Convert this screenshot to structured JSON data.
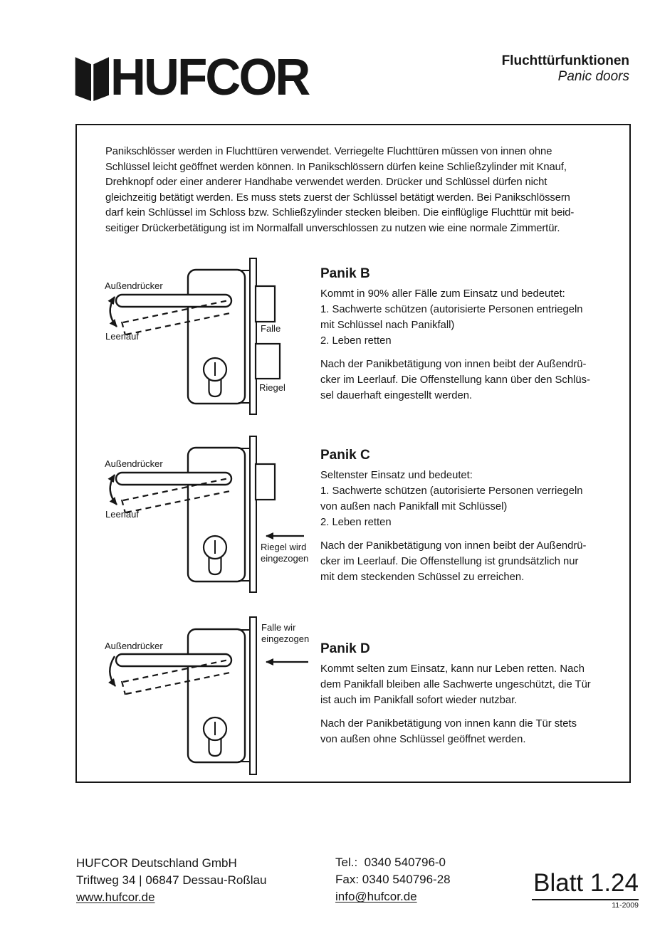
{
  "colors": {
    "ink": "#161616",
    "paper": "#ffffff"
  },
  "header": {
    "logo_text": "HUFCOR",
    "title_line1": "Fluchttürfunktionen",
    "title_line2": "Panic doors"
  },
  "intro_lines": [
    "Panikschlösser werden in Fluchttüren verwendet. Verriegelte Fluchttüren müssen von innen ohne",
    "Schlüssel leicht geöffnet werden können. In Panikschlössern dürfen keine Schließzylinder mit Knauf,",
    "Drehknopf oder einer anderer Handhabe verwendet werden. Drücker und Schlüssel dürfen nicht",
    "gleichzeitig betätigt werden. Es muss stets zuerst der Schlüssel betätigt werden. Bei Panikschlössern",
    "darf kein Schlüssel im Schloss bzw. Schließzylinder stecken bleiben. Die einflüglige Fluchttür mit beid-",
    "seitiger Drückerbetätigung ist im Normalfall unverschlossen zu nutzen wie eine normale Zimmertür."
  ],
  "sections": [
    {
      "title": "Panik B",
      "body_lines": [
        "Kommt in 90% aller Fälle zum Einsatz und bedeutet:",
        "1. Sachwerte schützen (autorisierte Personen entriegeln",
        "mit Schlüssel nach Panikfall)",
        "2. Leben retten"
      ],
      "note_lines": [
        "Nach der Panikbetätigung von innen beibt der Außendrü-",
        "cker im Leerlauf. Die Offenstellung kann über den Schlüs-",
        "sel dauerhaft eingestellt werden."
      ],
      "diagram": {
        "handle_label": "Außendrücker",
        "idle_label": "Leerlauf",
        "latch_label": "Falle",
        "bolt_label": "Riegel"
      }
    },
    {
      "title": "Panik C",
      "body_lines": [
        "Seltenster Einsatz und bedeutet:",
        "1. Sachwerte schützen (autorisierte Personen verriegeln",
        "von außen nach Panikfall mit Schlüssel)",
        "2. Leben retten"
      ],
      "note_lines": [
        "Nach der Panikbetätigung von innen beibt der Außendrü-",
        "cker im Leerlauf. Die Offenstellung ist grundsätzlich nur",
        "mit dem steckenden Schüssel zu erreichen."
      ],
      "diagram": {
        "handle_label": "Außendrücker",
        "idle_label": "Leerlauf",
        "arrow_label_lines": [
          "Riegel wird",
          "eingezogen"
        ]
      }
    },
    {
      "title": "Panik D",
      "body_lines": [
        "Kommt selten zum Einsatz, kann nur Leben retten. Nach",
        "dem Panikfall bleiben alle Sachwerte ungeschützt, die Tür",
        "ist auch im Panikfall sofort wieder nutzbar."
      ],
      "note_lines": [
        "Nach der Panikbetätigung von innen kann die Tür stets",
        "von außen ohne Schlüssel geöffnet werden."
      ],
      "diagram": {
        "handle_label": "Außendrücker",
        "arrow_label_lines": [
          "Falle wir",
          "eingezogen"
        ]
      }
    }
  ],
  "footer": {
    "company": "HUFCOR Deutschland GmbH",
    "address": "Triftweg 34 | 06847 Dessau-Roßlau",
    "website": "www.hufcor.de",
    "tel": "Tel.:  0340 540796-0",
    "fax": "Fax: 0340 540796-28",
    "email": "info@hufcor.de",
    "sheet": "Blatt 1.24",
    "date": "11-2009"
  }
}
